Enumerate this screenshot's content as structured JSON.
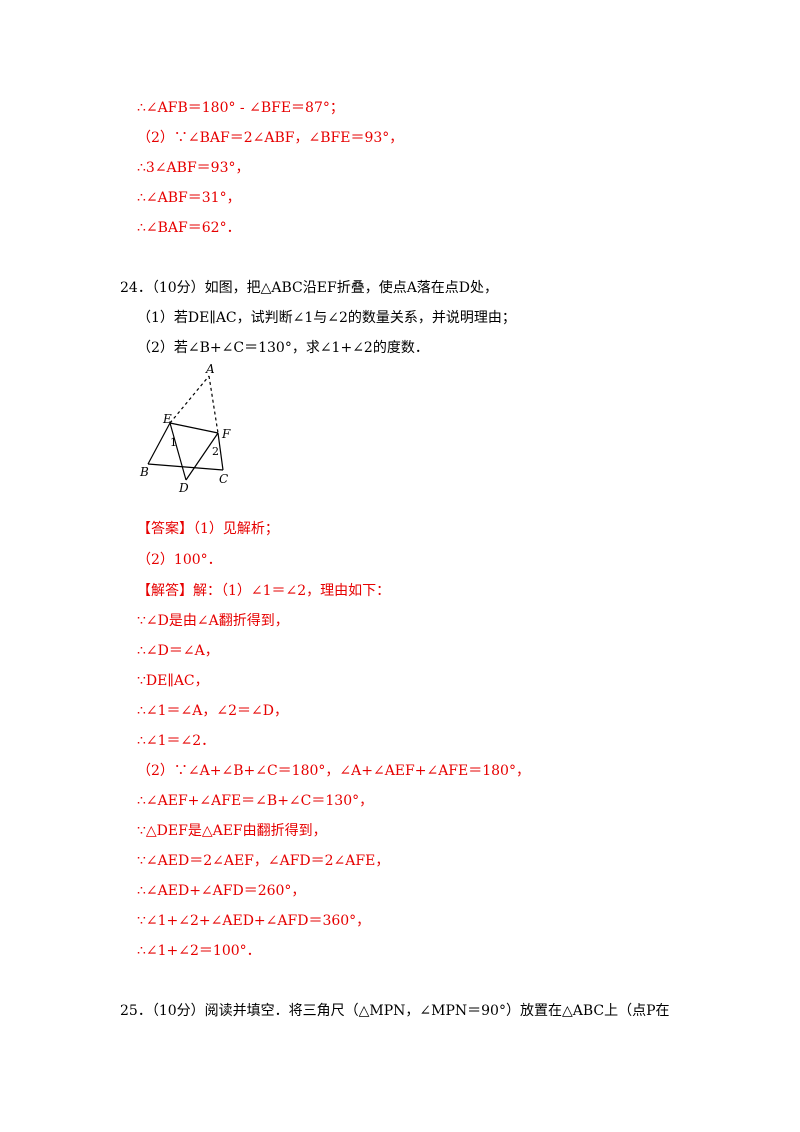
{
  "colors": {
    "answer": "#e60000",
    "text": "#000000"
  },
  "lines": [
    {
      "text": "∴∠AFB＝180° - ∠BFE＝87°；",
      "color": "red"
    },
    {
      "text": "（2）∵∠BAF＝2∠ABF，∠BFE＝93°，",
      "color": "red"
    },
    {
      "text": "∴3∠ABF＝93°，",
      "color": "red"
    },
    {
      "text": "∴∠ABF＝31°，",
      "color": "red"
    },
    {
      "text": "∴∠BAF＝62°．",
      "color": "red"
    },
    {
      "text": "24．（10分）如图，把△ABC沿EF折叠，使点A落在点D处，",
      "color": "black"
    },
    {
      "text": "（1）若DE∥AC，试判断∠1与∠2的数量关系，并说明理由；",
      "color": "black"
    },
    {
      "text": "（2）若∠B+∠C＝130°，求∠1+∠2的度数．",
      "color": "black"
    },
    {
      "text": "【答案】（1）见解析；",
      "color": "red"
    },
    {
      "text": "（2）100°．",
      "color": "red"
    },
    {
      "text": "【解答】解：（1）∠1＝∠2，理由如下：",
      "color": "red"
    },
    {
      "text": "∵∠D是由∠A翻折得到，",
      "color": "red"
    },
    {
      "text": "∴∠D＝∠A，",
      "color": "red"
    },
    {
      "text": "∵DE∥AC，",
      "color": "red"
    },
    {
      "text": "∴∠1＝∠A，∠2＝∠D，",
      "color": "red"
    },
    {
      "text": "∴∠1＝∠2．",
      "color": "red"
    },
    {
      "text": "（2）∵∠A+∠B+∠C＝180°，∠A+∠AEF+∠AFE＝180°，",
      "color": "red"
    },
    {
      "text": "∴∠AEF+∠AFE＝∠B+∠C＝130°，",
      "color": "red"
    },
    {
      "text": "∵△DEF是△AEF由翻折得到，",
      "color": "red"
    },
    {
      "text": "∵∠AED＝2∠AEF，∠AFD＝2∠AFE，",
      "color": "red"
    },
    {
      "text": "∴∠AED+∠AFD＝260°，",
      "color": "red"
    },
    {
      "text": "∵∠1+∠2+∠AED+∠AFD＝360°，",
      "color": "red"
    },
    {
      "text": "∴∠1+∠2＝100°．",
      "color": "red"
    },
    {
      "text": "25．（10分）阅读并填空．将三角尺（△MPN，∠MPN＝90°）放置在△ABC上（点P在",
      "color": "black"
    }
  ],
  "figure": {
    "labels": {
      "A": "A",
      "E": "E",
      "F": "F",
      "B": "B",
      "C": "C",
      "D": "D",
      "one": "1",
      "two": "2"
    }
  }
}
